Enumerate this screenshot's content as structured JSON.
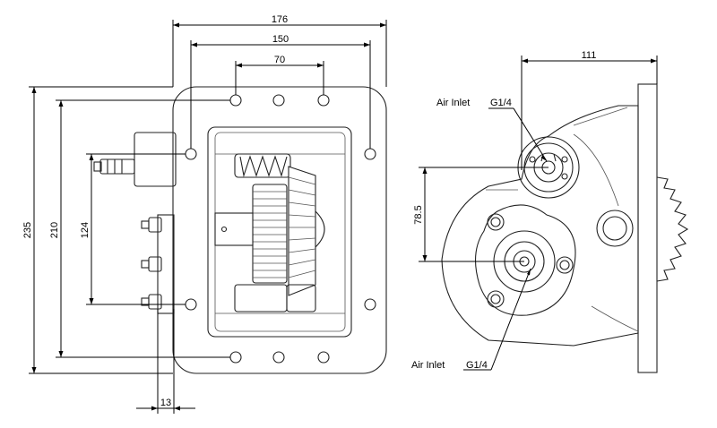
{
  "dimensions": {
    "d176": "176",
    "d150": "150",
    "d70": "70",
    "d235": "235",
    "d210": "210",
    "d124": "124",
    "d13": "13",
    "d111": "111",
    "d78_5": "78.5"
  },
  "labels": {
    "air_inlet_top": "Air Inlet",
    "thread_top": "G1/4",
    "air_inlet_bottom": "Air Inlet",
    "thread_bottom": "G1/4"
  }
}
